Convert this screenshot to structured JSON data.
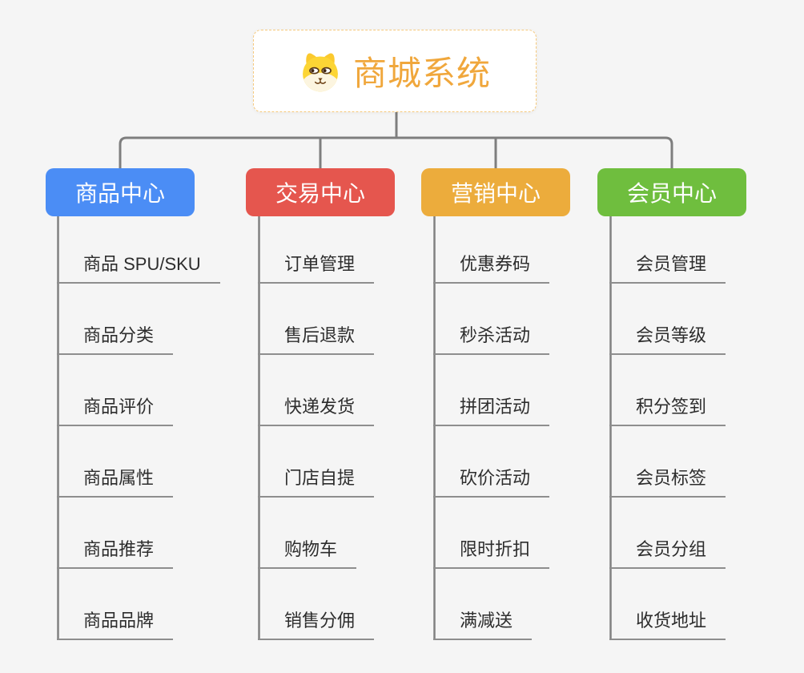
{
  "root": {
    "title": "商城系统",
    "icon": "shiba-dog-icon",
    "title_color": "#f0a73c",
    "border_color": "#f6c97d"
  },
  "branches": [
    {
      "label": "商品中心",
      "color": "#4b8df5",
      "items": [
        "商品 SPU/SKU",
        "商品分类",
        "商品评价",
        "商品属性",
        "商品推荐",
        "商品品牌"
      ]
    },
    {
      "label": "交易中心",
      "color": "#e5564e",
      "items": [
        "订单管理",
        "售后退款",
        "快递发货",
        "门店自提",
        "购物车",
        "销售分佣"
      ]
    },
    {
      "label": "营销中心",
      "color": "#ecac3c",
      "items": [
        "优惠券码",
        "秒杀活动",
        "拼团活动",
        "砍价活动",
        "限时折扣",
        "满减送"
      ]
    },
    {
      "label": "会员中心",
      "color": "#6fbe3e",
      "items": [
        "会员管理",
        "会员等级",
        "积分签到",
        "会员标签",
        "会员分组",
        "收货地址"
      ]
    }
  ],
  "connector_color": "#7e7e7e",
  "underline_color": "#8e8e8e",
  "text_color": "#2d2d2d",
  "background_color": "#f5f5f5"
}
